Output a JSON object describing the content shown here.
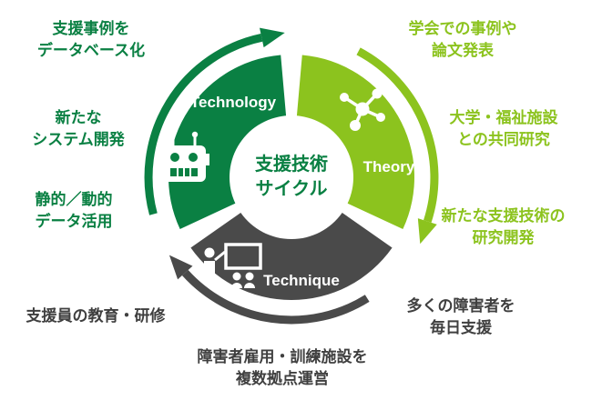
{
  "center_label": "支援技術\nサイクル",
  "segments": {
    "technology": {
      "label": "Technology",
      "color": "#0a8043"
    },
    "theory": {
      "label": "Theory",
      "color": "#8cc31e"
    },
    "technique": {
      "label": "Technique",
      "color": "#4a4a4a"
    }
  },
  "icons": {
    "technology": "robot-icon",
    "theory": "molecule-icon",
    "technique": "presenter-icon"
  },
  "annotations": {
    "technology": {
      "database": "支援事例を\nデータベース化",
      "system": "新たな\nシステム開発",
      "data": "静的／動的\nデータ活用"
    },
    "theory": {
      "conference": "学会での事例や\n論文発表",
      "university": "大学・福祉施設\nとの共同研究",
      "rnd": "新たな支援技術の\n研究開発"
    },
    "technique": {
      "daily": "多くの障害者を\n毎日支援",
      "facility": "障害者雇用・訓練施設を\n複数拠点運営",
      "training": "支援員の教育・研修"
    }
  },
  "colors": {
    "dark_green": "#0a8043",
    "light_green": "#8cc31e",
    "dark_gray": "#4a4a4a",
    "text_gray": "#3f3f3f",
    "background": "#ffffff"
  }
}
